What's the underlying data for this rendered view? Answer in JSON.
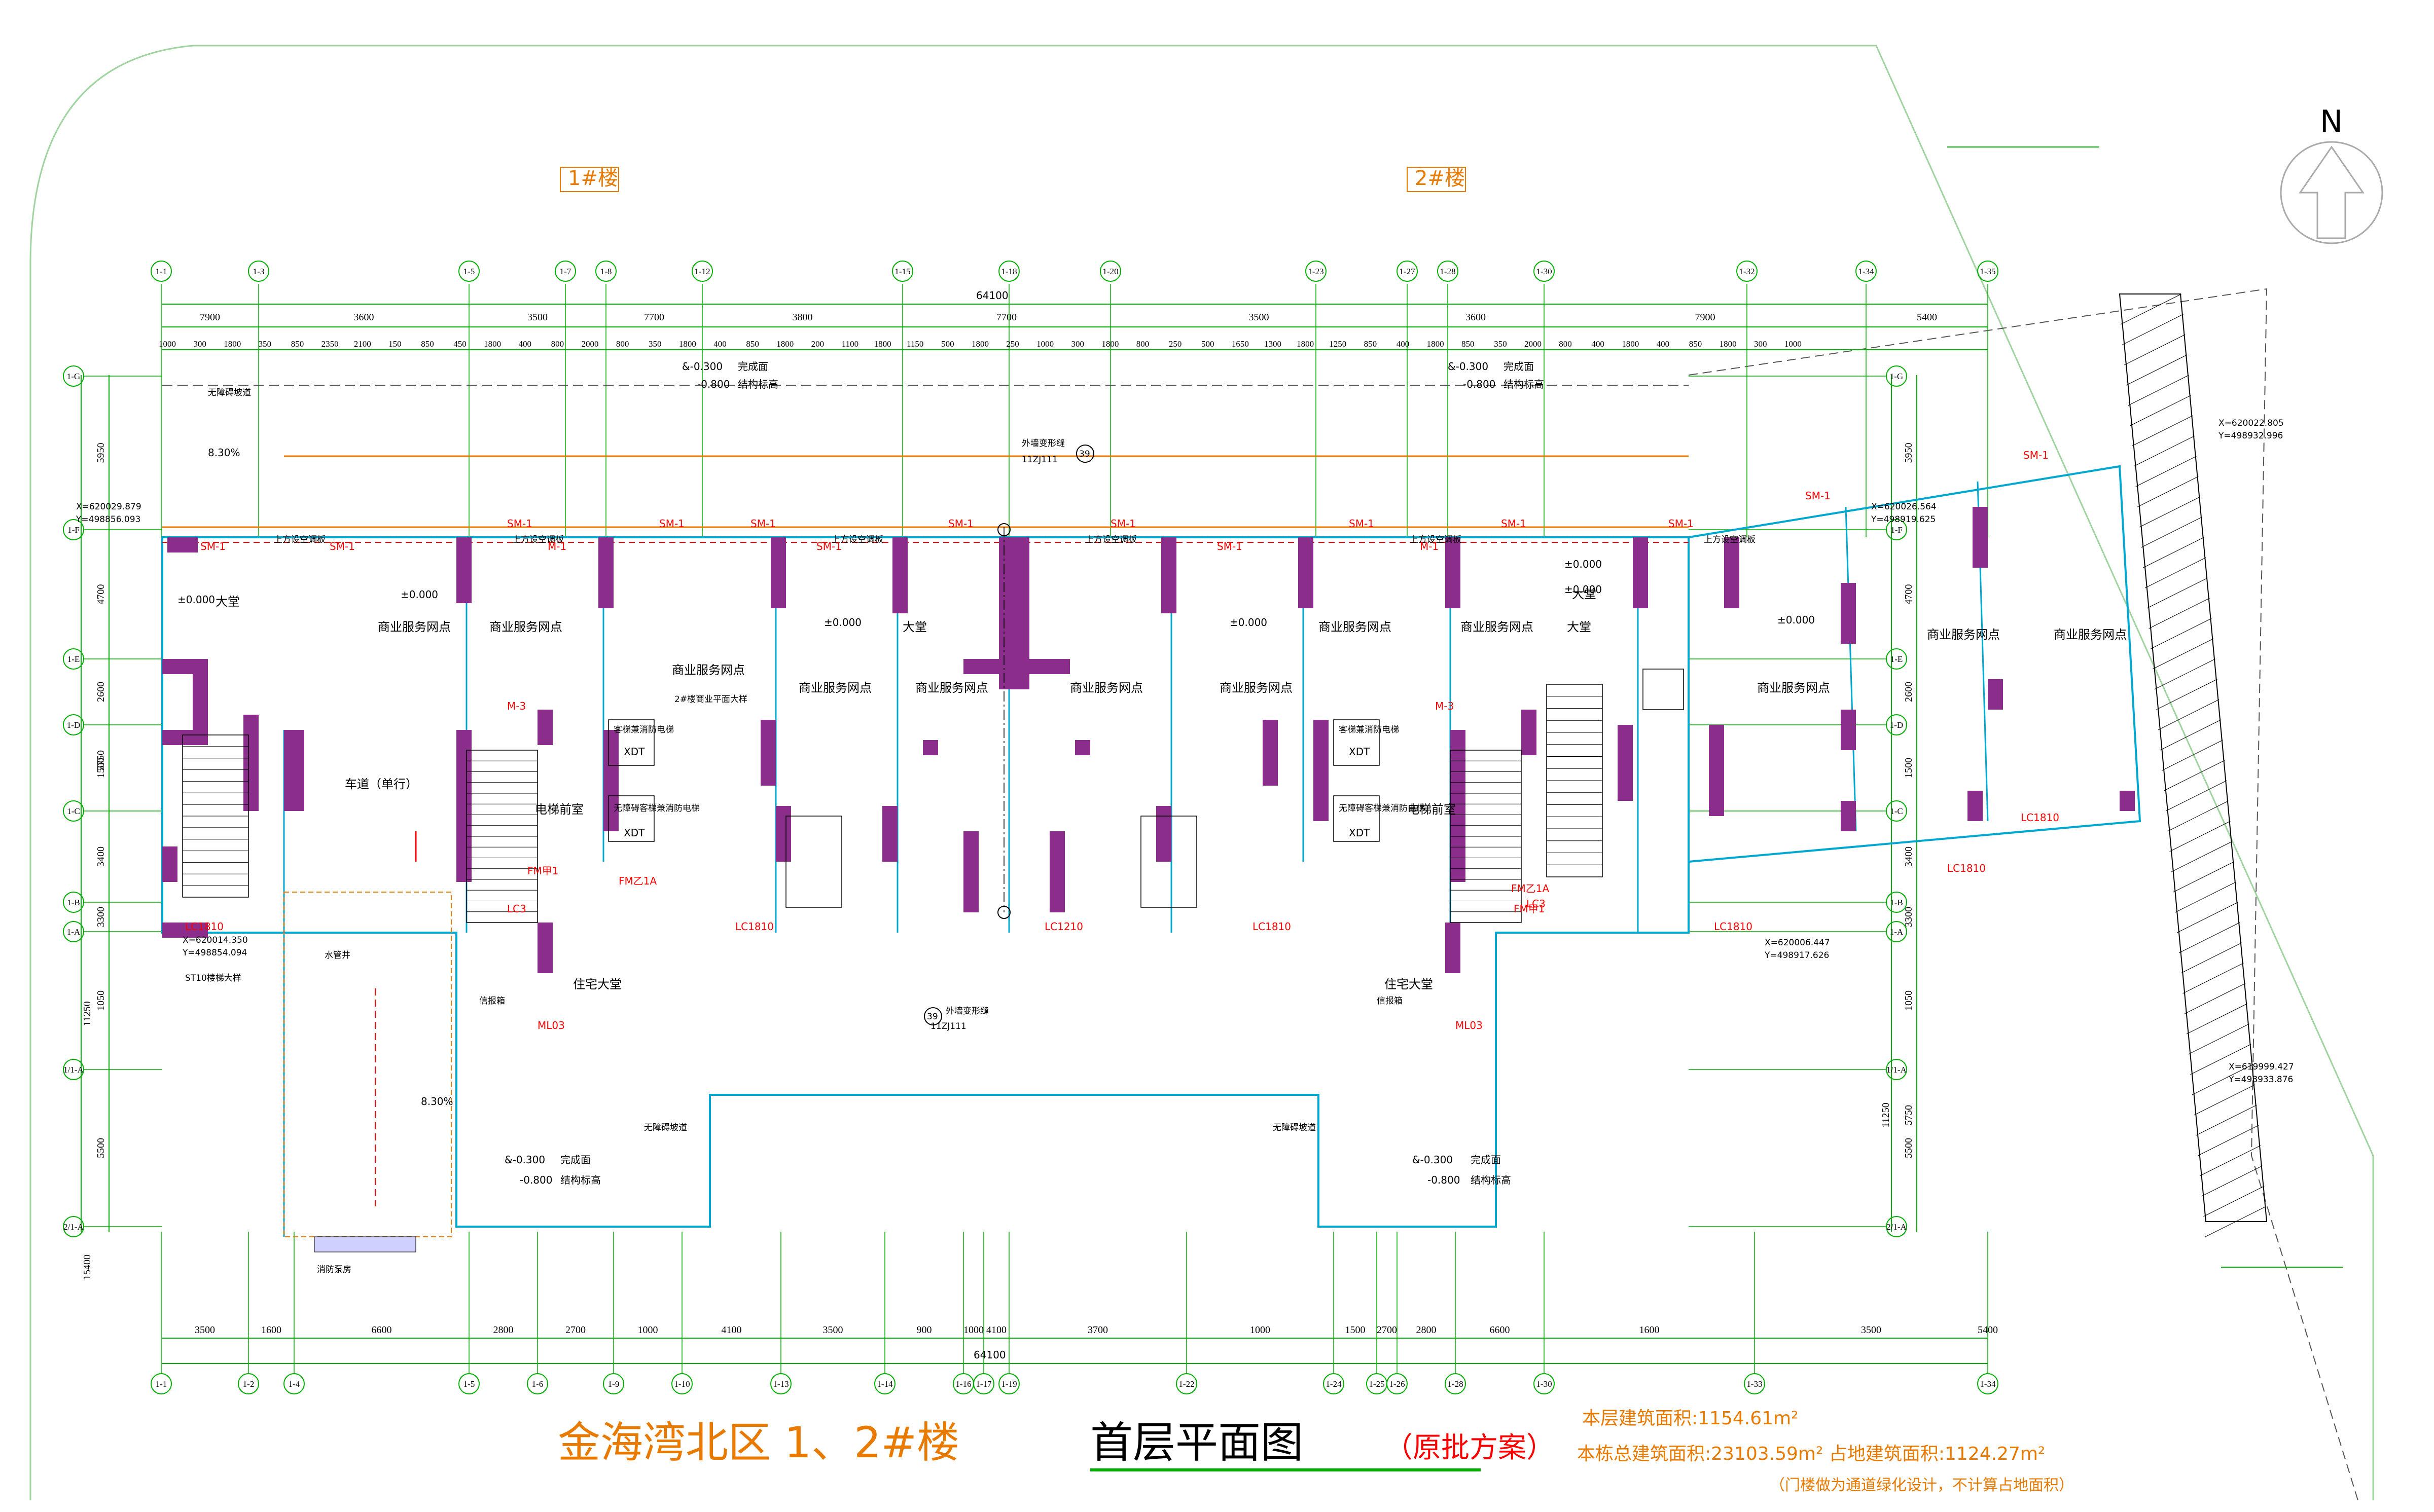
{
  "drawing": {
    "title": "金海湾北区 1、2#楼",
    "title_main": "首层平面图",
    "title_sub": "（原批方案）",
    "notes": [
      "本层建筑面积:1154.61m²",
      "本栋总建筑面积:23103.59m² 占地建筑面积:1124.27m²",
      "（门楼做为通道绿化设计，不计算占地面积）"
    ],
    "north_label": "N",
    "building_labels": [
      "1#楼",
      "2#楼"
    ]
  },
  "axes_top": [
    "1-1",
    "1-3",
    "1-5",
    "1-7",
    "1-8",
    "1-12",
    "1-15",
    "1-18",
    "1-20",
    "1-23",
    "1-27",
    "1-28",
    "1-30",
    "1-32",
    "1-34",
    "1-35"
  ],
  "axes_bottom": [
    "1-1",
    "1-2",
    "1-4",
    "1-5",
    "1-6",
    "1-9",
    "1-10",
    "1-13",
    "1-14",
    "1-16",
    "1-17",
    "1-19",
    "1-22",
    "1-24",
    "1-25",
    "1-26",
    "1-28",
    "1-30",
    "1-33",
    "1-34"
  ],
  "axes_left": [
    "1-G",
    "1-F",
    "1-E",
    "1-D",
    "1-C",
    "1-B",
    "1-A",
    "1/1-A",
    "2/1-A"
  ],
  "axes_right": [
    "1-G",
    "1-F",
    "1-E",
    "1-D",
    "1-C",
    "1-B",
    "1-A",
    "1/1-A",
    "2/1-A"
  ],
  "dims": {
    "top_total": "64100",
    "top_row1": [
      "7900",
      "3600",
      "3500",
      "7700",
      "3800",
      "7700",
      "3500",
      "3600",
      "7900",
      "5400"
    ],
    "top_row2": [
      "1000",
      "300",
      "1800",
      "350",
      "850",
      "2350",
      "2100",
      "150",
      "850",
      "450",
      "1800",
      "400",
      "800",
      "2000",
      "800",
      "350",
      "1800",
      "400",
      "850",
      "1800",
      "200",
      "1100",
      "1800",
      "1150",
      "500",
      "1800",
      "250",
      "1000",
      "300",
      "1800",
      "800",
      "250",
      "500",
      "1650",
      "1300",
      "1800",
      "1250",
      "850",
      "400",
      "1800",
      "850",
      "350",
      "2000",
      "800",
      "400",
      "1800",
      "400",
      "850",
      "1800",
      "300",
      "1000"
    ],
    "bottom_total": "64100",
    "bottom_row": [
      "3500",
      "1600",
      "6600",
      "2800",
      "2700",
      "1000",
      "4100",
      "3500",
      "900",
      "1000",
      "4100",
      "3700",
      "1000",
      "1500",
      "2700",
      "2800",
      "6600",
      "1600",
      "3500",
      "5400"
    ],
    "left_col": [
      "5950",
      "4700",
      "2600",
      "1500",
      "3400",
      "3300",
      "1050",
      "5500",
      "5750",
      "11250",
      "15400"
    ],
    "right_col": [
      "5950",
      "4700",
      "2600",
      "1500",
      "3400",
      "3300",
      "1050",
      "5500",
      "5750",
      "11250"
    ]
  },
  "rooms": {
    "lobby": "大堂",
    "shop": "商业服务网点",
    "elev_hall": "电梯前室",
    "res_lobby": "住宅大堂",
    "driveway": "车道（单行）",
    "fire_elev": "客梯兼消防电梯",
    "acc_elev": "无障碍客梯兼消防电梯",
    "xdt": "XDT",
    "ac_board": "上方设空调板",
    "ramp": "无障碍坡道",
    "mail": "信报箱",
    "pipe_well": "水管井",
    "fire_pump": "消防泵房",
    "plan_note1": "2#楼商业平面大样",
    "sd_note": "ST10楼梯大样",
    "slope": "8.30%"
  },
  "levels": {
    "zero": "±0.000",
    "minus": "&-0.300",
    "minus2": "-0.800",
    "note_a": "完成面",
    "note_b": "结构标高"
  },
  "coords": [
    {
      "x": "X=620029.879",
      "y": "Y=498856.093"
    },
    {
      "x": "X=620014.350",
      "y": "Y=498854.094"
    },
    {
      "x": "X=620026.564",
      "y": "Y=498919.625"
    },
    {
      "x": "X=620022.805",
      "y": "Y=498932.996"
    },
    {
      "x": "X=620006.447",
      "y": "Y=498917.626"
    },
    {
      "x": "X=619999.427",
      "y": "Y=498933.876"
    }
  ],
  "door_labels": [
    "SM-1",
    "M-1",
    "M-3",
    "FM甲1",
    "FM乙1A",
    "LC1810",
    "LC1210",
    "ML03",
    "LC3"
  ],
  "refs": {
    "wall": "外墙变形缝",
    "std": "11ZJ111",
    "circle": "39"
  },
  "colors": {
    "wall": "#8b2e8b",
    "grid": "#00b000",
    "cyan": "#00a8d0",
    "orange": "#e87a00",
    "red": "#ff0000"
  }
}
